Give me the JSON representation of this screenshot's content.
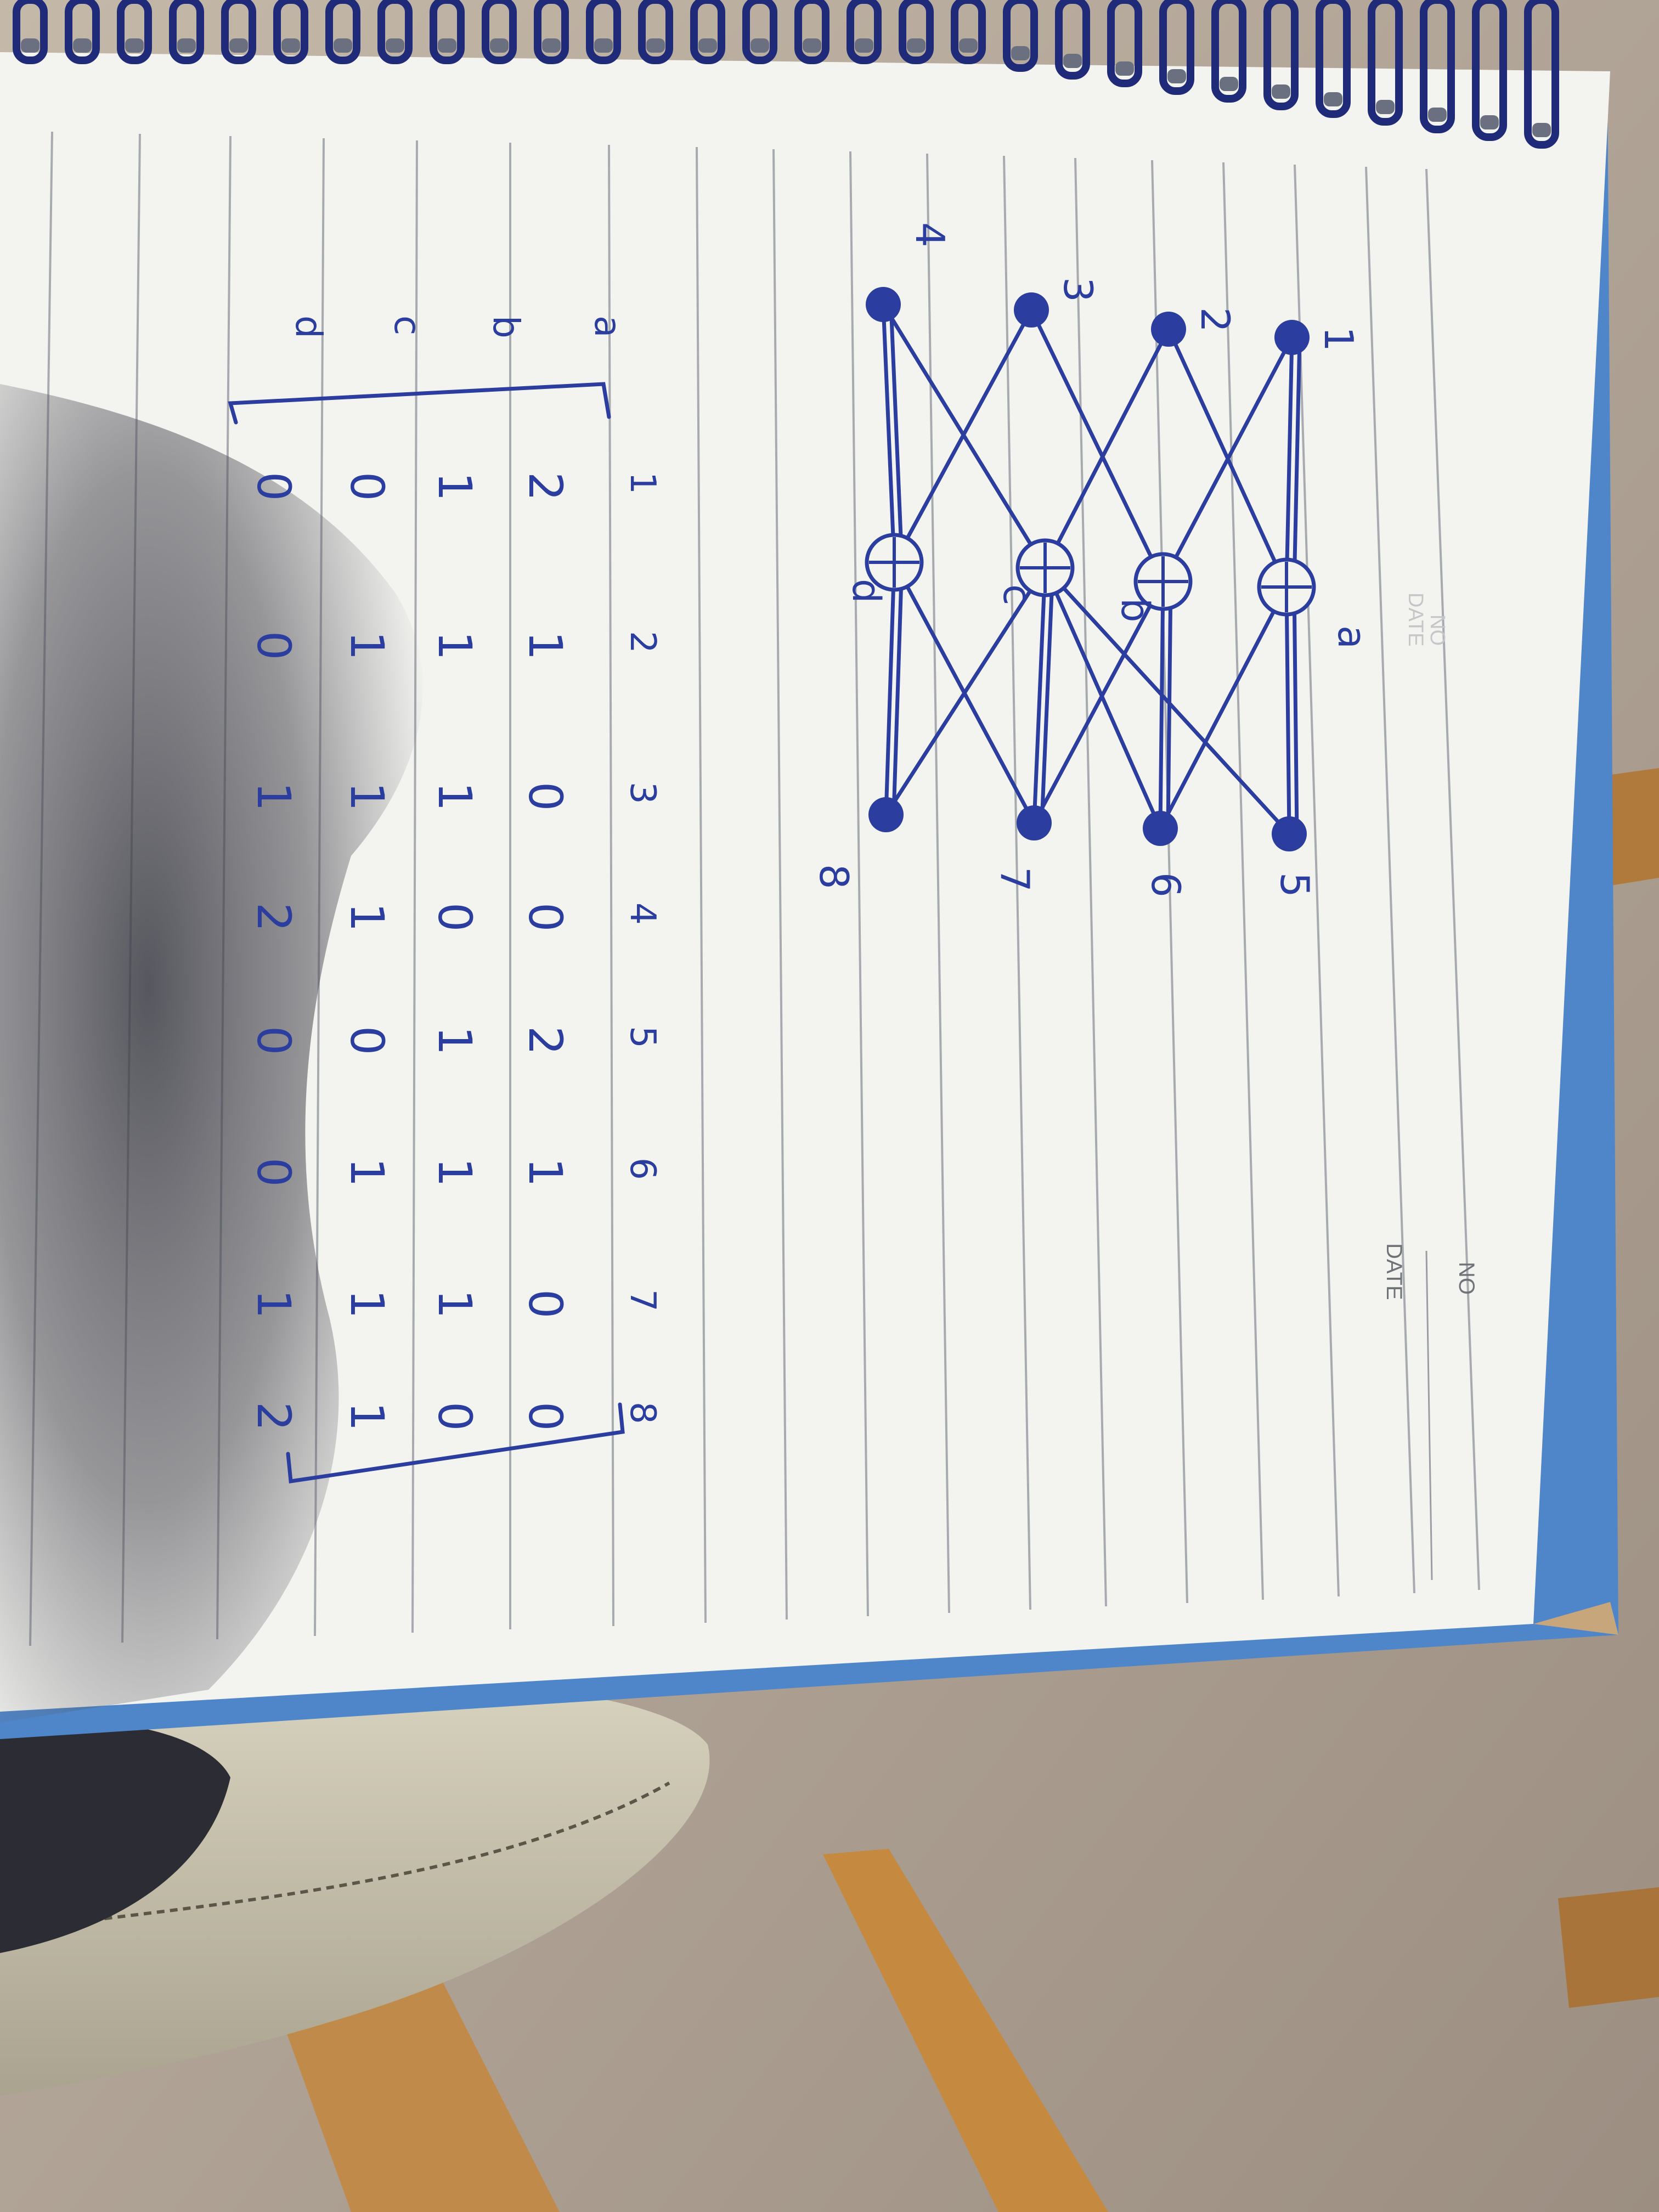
{
  "notebook": {
    "header": {
      "no_label": "NO",
      "date_label": "DATE",
      "no_label_bleed": "NO",
      "date_label_bleed": "DATE"
    },
    "ink_color": "#2b3d9e",
    "paper_color": "#f3f3f0",
    "rule_color": "#a7abb0",
    "spiral_color": "#1f2b78"
  },
  "graph": {
    "left_nodes": [
      "1",
      "2",
      "3",
      "4"
    ],
    "right_nodes": [
      "5",
      "6",
      "7",
      "8"
    ],
    "cell_nodes": [
      "a",
      "b",
      "c",
      "d"
    ],
    "edges": [
      [
        "1",
        "a"
      ],
      [
        "1",
        "a"
      ],
      [
        "1",
        "b"
      ],
      [
        "5",
        "a"
      ],
      [
        "5",
        "a"
      ],
      [
        "5",
        "c"
      ],
      [
        "2",
        "a"
      ],
      [
        "2",
        "c"
      ],
      [
        "6",
        "b"
      ],
      [
        "6",
        "b"
      ],
      [
        "6",
        "c"
      ],
      [
        "6",
        "a"
      ],
      [
        "3",
        "b"
      ],
      [
        "3",
        "d"
      ],
      [
        "7",
        "c"
      ],
      [
        "7",
        "c"
      ],
      [
        "7",
        "d"
      ],
      [
        "7",
        "b"
      ],
      [
        "4",
        "d"
      ],
      [
        "4",
        "d"
      ],
      [
        "4",
        "c"
      ],
      [
        "8",
        "d"
      ],
      [
        "8",
        "d"
      ],
      [
        "8",
        "c"
      ]
    ]
  },
  "matrix": {
    "column_headers": [
      "1",
      "2",
      "3",
      "4",
      "5",
      "6",
      "7",
      "8"
    ],
    "row_labels": [
      "a",
      "b",
      "c",
      "d"
    ],
    "rows": [
      [
        "2",
        "1",
        "0",
        "0",
        "2",
        "1",
        "0",
        "0"
      ],
      [
        "1",
        "1",
        "1",
        "0",
        "1",
        "1",
        "1",
        "0"
      ],
      [
        "0",
        "1",
        "1",
        "1",
        "0",
        "1",
        "1",
        "1"
      ],
      [
        "0",
        "0",
        "1",
        "2",
        "0",
        "0",
        "1",
        "2"
      ]
    ]
  }
}
